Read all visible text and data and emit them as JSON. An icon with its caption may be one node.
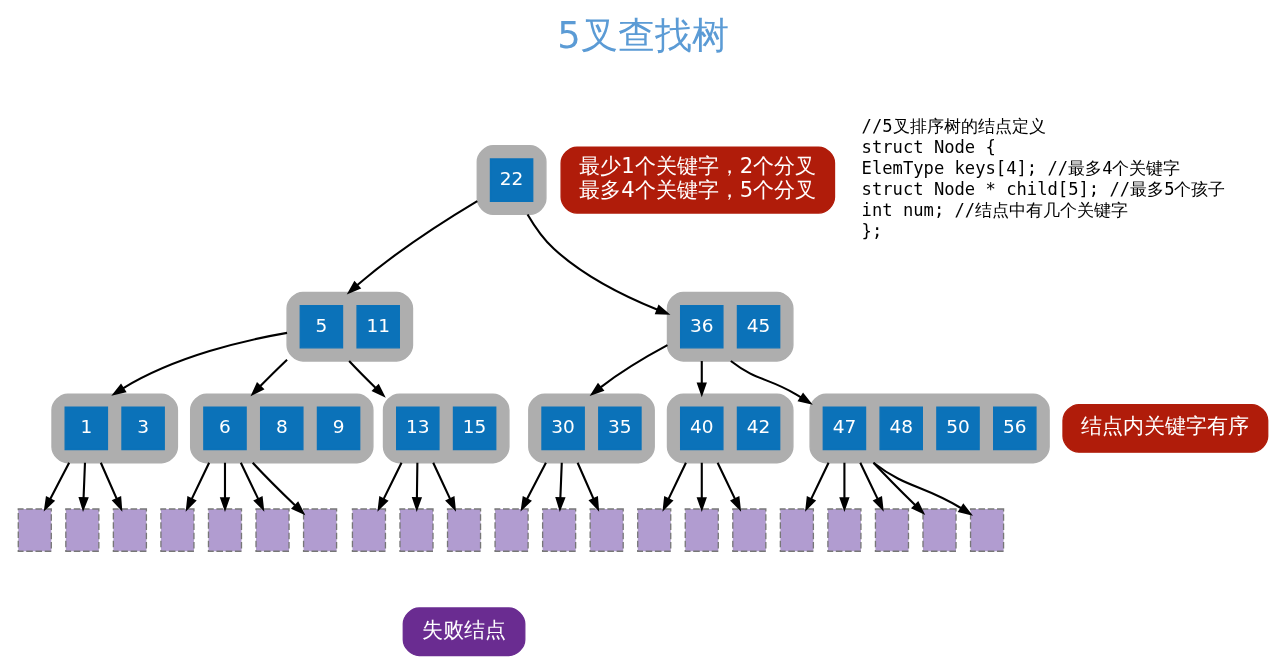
{
  "diagram": {
    "title": "5叉查找树",
    "nodes": [
      {
        "text": [],
        "shape": "box"
      },
      {
        "text": [
          "22"
        ],
        "in": 0
      },
      {
        "text": [
          "最少1个关键字，2个分叉",
          "最多4个关键字，5个分叉"
        ]
      },
      {
        "text": [],
        "shape": "box"
      },
      {
        "text": [
          "5"
        ],
        "in": 3
      },
      {
        "text": [
          "11"
        ],
        "in": 3
      },
      {
        "text": [],
        "shape": "box"
      },
      {
        "text": [
          "36"
        ],
        "in": 6
      },
      {
        "text": [
          "45"
        ],
        "in": 6
      },
      {
        "text": [
          "结点内关键字有序"
        ]
      },
      {
        "text": [],
        "shape": "box"
      },
      {
        "text": [
          "1"
        ],
        "in": 10
      },
      {
        "text": [
          "3"
        ],
        "in": 10
      },
      {
        "text": [],
        "shape": "box"
      },
      {
        "text": [
          "6"
        ],
        "in": 13
      },
      {
        "text": [
          "8"
        ],
        "in": 13
      },
      {
        "text": [
          "9"
        ],
        "in": 13
      },
      {
        "text": [],
        "shape": "box"
      },
      {
        "text": [
          "13"
        ],
        "in": 17
      },
      {
        "text": [
          "15"
        ],
        "in": 17
      },
      {
        "text": [],
        "shape": "box"
      },
      {
        "text": [
          "30"
        ],
        "in": 20
      },
      {
        "text": [
          "35"
        ],
        "in": 20
      },
      {
        "text": [],
        "shape": "box"
      },
      {
        "text": [
          "40"
        ],
        "in": 23
      },
      {
        "text": [
          "42"
        ],
        "in": 23
      },
      {
        "text": [],
        "shape": "box"
      },
      {
        "text": [
          "47"
        ],
        "in": 26
      },
      {
        "text": [
          "48"
        ],
        "in": 26
      },
      {
        "text": [
          "50"
        ],
        "in": 26
      },
      {
        "text": [
          "56"
        ],
        "in": 26
      },
      {
        "text": [],
        "shape": "box"
      },
      {
        "text": [],
        "shape": "box"
      },
      {
        "text": [],
        "shape": "box"
      },
      {
        "text": [],
        "shape": "box"
      },
      {
        "text": [],
        "shape": "box"
      },
      {
        "text": [],
        "shape": "box"
      },
      {
        "text": [],
        "shape": "box"
      },
      {
        "text": [],
        "shape": "box"
      },
      {
        "text": [],
        "shape": "box"
      },
      {
        "text": [],
        "shape": "box"
      },
      {
        "text": [],
        "shape": "box"
      },
      {
        "text": [],
        "shape": "box"
      },
      {
        "text": [],
        "shape": "box"
      },
      {
        "text": [],
        "shape": "box"
      },
      {
        "text": [],
        "shape": "box"
      },
      {
        "text": [],
        "shape": "box"
      },
      {
        "text": [],
        "shape": "box"
      },
      {
        "text": [],
        "shape": "box"
      },
      {
        "text": [],
        "shape": "box"
      },
      {
        "text": [],
        "shape": "box"
      },
      {
        "text": [],
        "shape": "box"
      },
      {
        "text": [
          "失败结点"
        ]
      }
    ],
    "edges": [
      {
        "from": 0,
        "to": 3,
        "arrow": "to"
      },
      {
        "from": 0,
        "to": 6,
        "arrow": "to"
      },
      {
        "from": 3,
        "to": 10,
        "arrow": "to"
      },
      {
        "from": 3,
        "to": 13,
        "arrow": "to"
      },
      {
        "from": 3,
        "to": 17,
        "arrow": "to"
      },
      {
        "from": 6,
        "to": 20,
        "arrow": "to"
      },
      {
        "from": 6,
        "to": 23,
        "arrow": "to"
      },
      {
        "from": 6,
        "to": 26,
        "arrow": "to"
      },
      {
        "from": 10,
        "to": 31,
        "arrow": "to"
      },
      {
        "from": 10,
        "to": 32,
        "arrow": "to"
      },
      {
        "from": 10,
        "to": 33,
        "arrow": "to"
      },
      {
        "from": 13,
        "to": 34,
        "arrow": "to"
      },
      {
        "from": 13,
        "to": 35,
        "arrow": "to"
      },
      {
        "from": 13,
        "to": 36,
        "arrow": "to"
      },
      {
        "from": 13,
        "to": 37,
        "arrow": "to"
      },
      {
        "from": 17,
        "to": 38,
        "arrow": "to"
      },
      {
        "from": 17,
        "to": 39,
        "arrow": "to"
      },
      {
        "from": 17,
        "to": 40,
        "arrow": "to"
      },
      {
        "from": 20,
        "to": 41,
        "arrow": "to"
      },
      {
        "from": 20,
        "to": 42,
        "arrow": "to"
      },
      {
        "from": 20,
        "to": 43,
        "arrow": "to"
      },
      {
        "from": 23,
        "to": 44,
        "arrow": "to"
      },
      {
        "from": 23,
        "to": 45,
        "arrow": "to"
      },
      {
        "from": 23,
        "to": 46,
        "arrow": "to"
      },
      {
        "from": 26,
        "to": 47,
        "arrow": "to"
      },
      {
        "from": 26,
        "to": 48,
        "arrow": "to"
      },
      {
        "from": 26,
        "to": 49,
        "arrow": "to"
      },
      {
        "from": 26,
        "to": 50,
        "arrow": "to"
      },
      {
        "from": 26,
        "to": 51,
        "arrow": "to"
      }
    ],
    "labels": [
      "//5叉排序树的结点定义",
      "struct Node {",
      "ElemType keys[4]; //最多4个关键字",
      "struct Node * child[5]; //最多5个孩子",
      "int num; //结点中有几个关键字",
      "};"
    ]
  }
}
